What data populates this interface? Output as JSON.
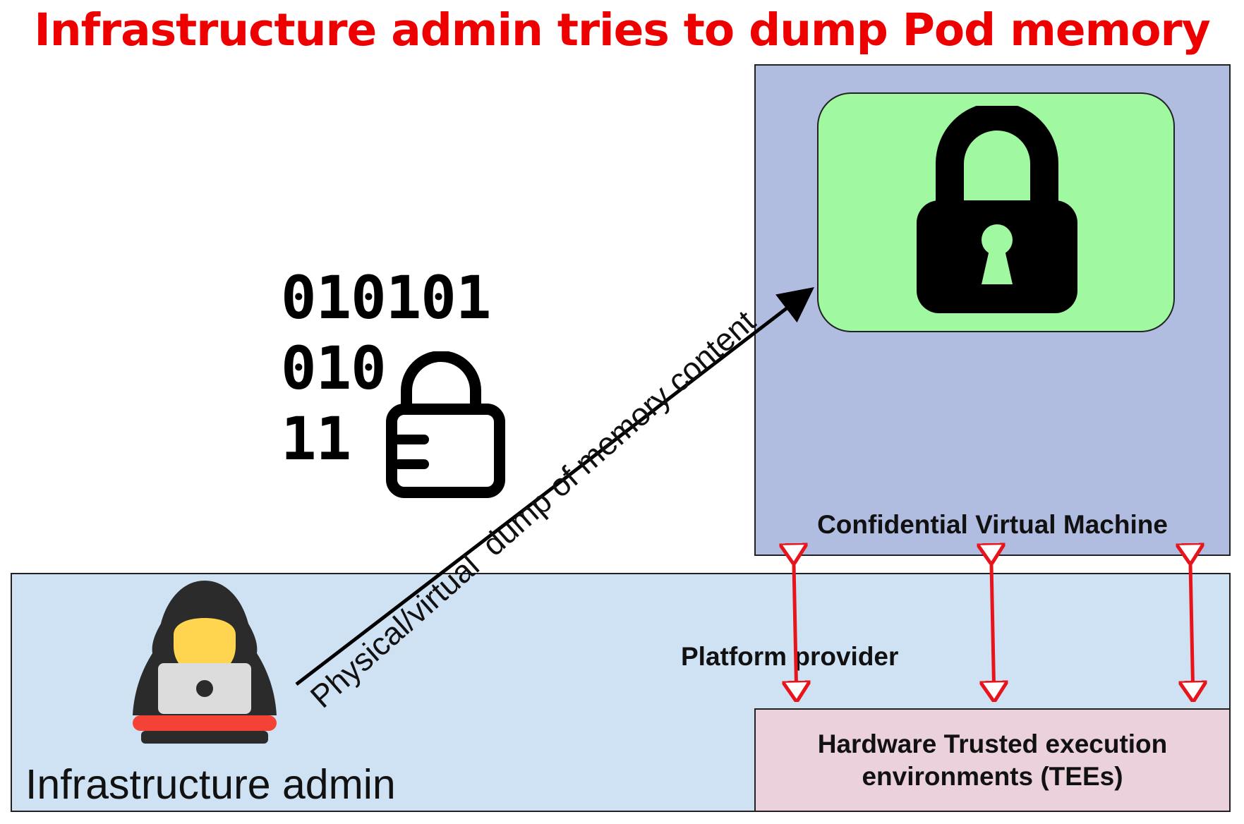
{
  "title": "Infrastructure admin tries to dump Pod memory",
  "colors": {
    "title": "#ee0000",
    "platform_bg": "#cfe2f3",
    "cvm_bg": "#b1bde0",
    "enclave_bg": "#a0f8a0",
    "tee_bg": "#ead1dc",
    "tee_arrows": "#e8141c",
    "hacker_bar": "#f44336"
  },
  "cvm": {
    "label": "Confidential Virtual Machine"
  },
  "platform": {
    "label": "Platform provider"
  },
  "tee": {
    "line1": "Hardware Trusted execution",
    "line2": "environments (TEEs)"
  },
  "admin": {
    "label": "Infrastructure admin"
  },
  "arrow": {
    "label": "Physical/virtual  dump of memory content"
  },
  "binary": {
    "row1": "010101",
    "row2": "010",
    "row3": "11"
  },
  "icons": [
    "padlock-icon",
    "encrypted-data-icon",
    "hacker-icon"
  ]
}
